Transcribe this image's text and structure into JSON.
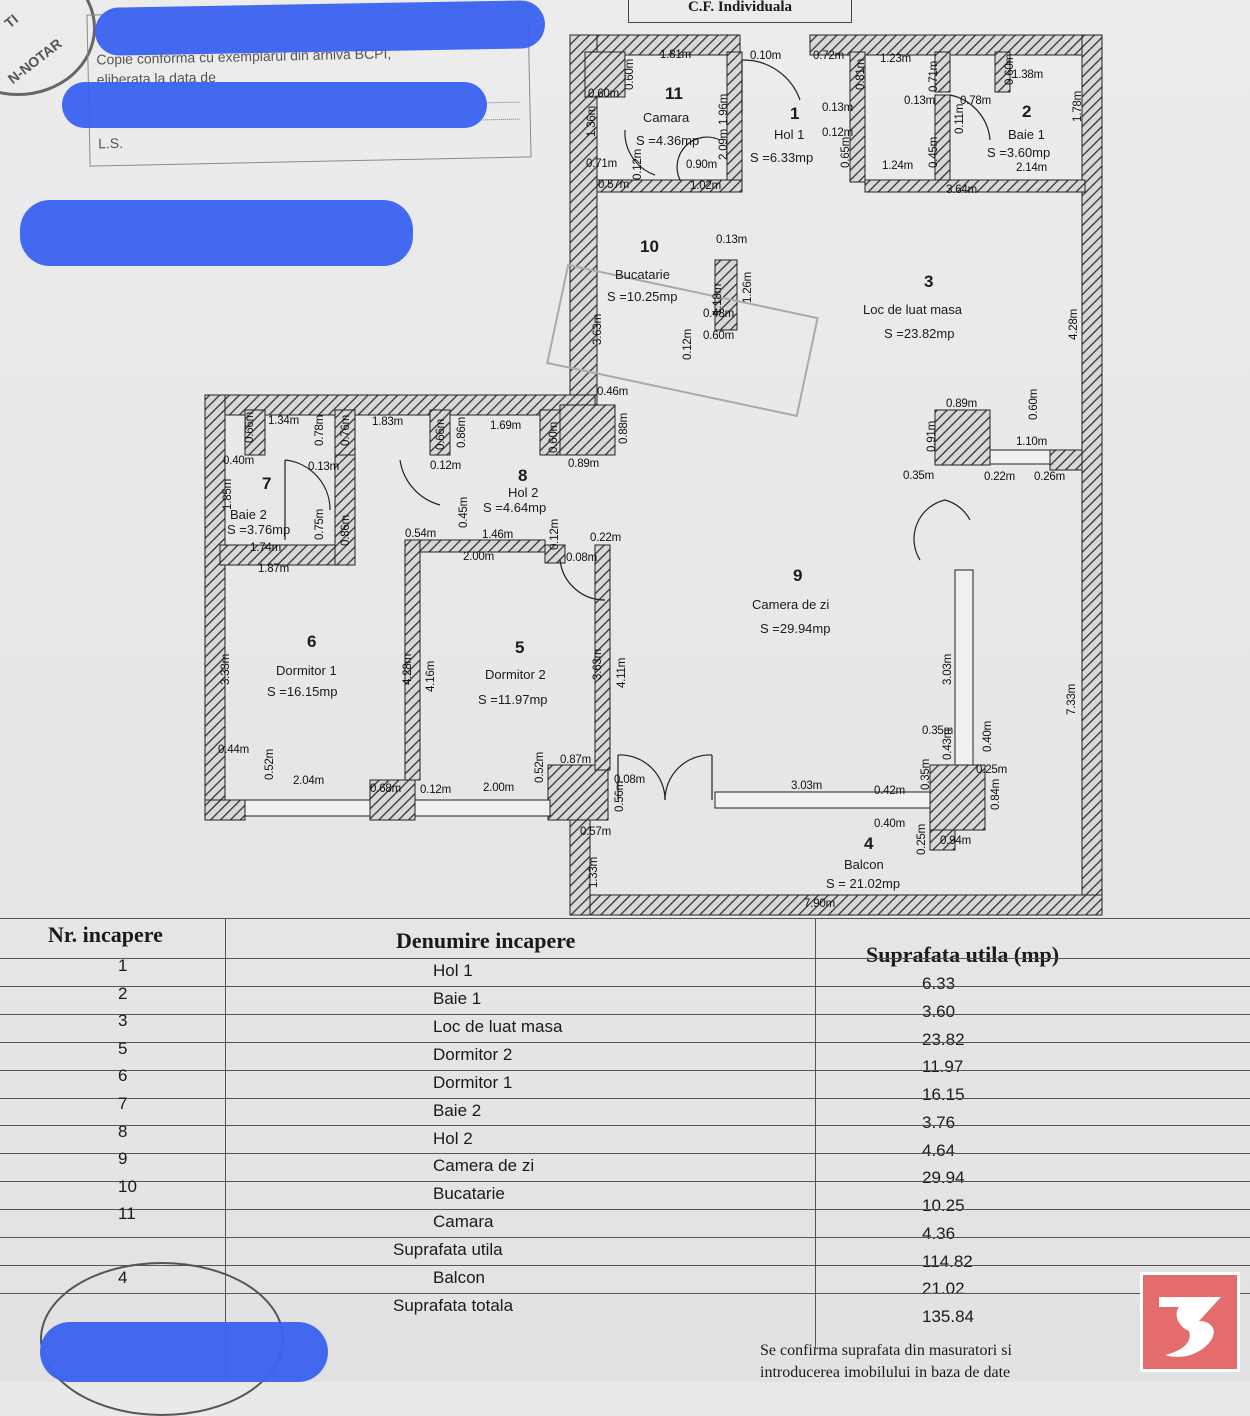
{
  "header": {
    "cf_title": "C.F. Individuala",
    "copy_line1": "Copie conforma cu exemplarul din arhiva BCPI,",
    "copy_line2": "eliberata la data de",
    "ls": "L.S.",
    "seal_text_top": "N-NOTAR",
    "seal_text_top2": "TI"
  },
  "rooms": [
    {
      "num": "1",
      "name": "Hol 1",
      "area": "S =6.33mp"
    },
    {
      "num": "2",
      "name": "Baie 1",
      "area": "S =3.60mp"
    },
    {
      "num": "3",
      "name": "Loc de luat masa",
      "area": "S =23.82mp"
    },
    {
      "num": "4",
      "name": "Balcon",
      "area": "S = 21.02mp"
    },
    {
      "num": "5",
      "name": "Dormitor 2",
      "area": "S =11.97mp"
    },
    {
      "num": "6",
      "name": "Dormitor 1",
      "area": "S =16.15mp"
    },
    {
      "num": "7",
      "name": "Baie 2",
      "area": "S =3.76mp"
    },
    {
      "num": "8",
      "name": "Hol 2",
      "area": "S =4.64mp"
    },
    {
      "num": "9",
      "name": "Camera de zi",
      "area": "S =29.94mp"
    },
    {
      "num": "10",
      "name": "Bucatarie",
      "area": "S =10.25mp"
    },
    {
      "num": "11",
      "name": "Camara",
      "area": "S =4.36mp"
    }
  ],
  "dims": {
    "d1": "1.81m",
    "d2": "0.10m",
    "d3": "0.72m",
    "d4": "1.23m",
    "d5": "0.60m",
    "d6": "1.38m",
    "d7": "0.60m",
    "d8": "1.96m",
    "d9": "0.13m",
    "d10": "0.13m",
    "d11": "0.78m",
    "d12": "1.78m",
    "d13": "1.36m",
    "d14": "2.09m",
    "d15": "0.12m",
    "d16": "0.71m",
    "d17": "0.90m",
    "d18": "0.12m",
    "d19": "1.24m",
    "d20": "2.14m",
    "d21": "0.57m",
    "d22": "1.02m",
    "d23": "3.64m",
    "d24": "0.13m",
    "d25": "1.18m",
    "d26": "1.26m",
    "d27": "0.48m",
    "d28": "0.12m",
    "d29": "0.60m",
    "d30": "3.63m",
    "d31": "4.28m",
    "d32": "0.46m",
    "d33": "0.89m",
    "d34": "1.34m",
    "d35": "1.83m",
    "d36": "1.69m",
    "d37": "0.60m",
    "d38": "0.88m",
    "d39": "0.91m",
    "d40": "0.60m",
    "d41": "1.10m",
    "d42": "0.40m",
    "d43": "0.13m",
    "d44": "0.12m",
    "d45": "0.89m",
    "d46": "0.35m",
    "d47": "0.22m",
    "d48": "0.26m",
    "d49": "1.85m",
    "d50": "0.75m",
    "d51": "0.54m",
    "d52": "1.46m",
    "d53": "0.22m",
    "d54": "1.74m",
    "d55": "2.00m",
    "d56": "0.08m",
    "d57": "1.87m",
    "d58": "3.33m",
    "d59": "4.28m",
    "d60": "4.16m",
    "d61": "3.63m",
    "d62": "4.11m",
    "d63": "3.03m",
    "d64": "7.33m",
    "d65": "0.35m",
    "d66": "0.43m",
    "d67": "0.40m",
    "d68": "0.25m",
    "d69": "0.44m",
    "d70": "0.52m",
    "d71": "0.87m",
    "d72": "2.04m",
    "d73": "0.68m",
    "d74": "0.12m",
    "d75": "2.00m",
    "d76": "0.52m",
    "d77": "0.08m",
    "d78": "3.03m",
    "d79": "0.42m",
    "d80": "0.35m",
    "d81": "0.84m",
    "d82": "0.56m",
    "d83": "0.57m",
    "d84": "0.40m",
    "d85": "0.94m",
    "d86": "0.25m",
    "d87": "1.33m",
    "d88": "7.90m",
    "d89": "0.12m",
    "d90": "0.45m",
    "d91": "0.66m",
    "d92": "0.76m",
    "d93": "0.86m",
    "d94": "0.66m",
    "d95": "0.78m",
    "d96": "0.81m",
    "d97": "0.71m",
    "d98": "0.11m",
    "d99": "0.45m",
    "d100": "0.65m",
    "d101": "0.12m",
    "d102": "0.12m"
  },
  "table": {
    "headers": [
      "Nr. incapere",
      "Denumire incapere",
      "Suprafata utila (mp)"
    ],
    "rows": [
      {
        "nr": "1",
        "name": "Hol 1",
        "area": "6.33"
      },
      {
        "nr": "2",
        "name": "Baie 1",
        "area": "3.60"
      },
      {
        "nr": "3",
        "name": "Loc de luat masa",
        "area": "23.82"
      },
      {
        "nr": "5",
        "name": "Dormitor 2",
        "area": "11.97"
      },
      {
        "nr": "6",
        "name": "Dormitor 1",
        "area": "16.15"
      },
      {
        "nr": "7",
        "name": "Baie 2",
        "area": "3.76"
      },
      {
        "nr": "8",
        "name": "Hol 2",
        "area": "4.64"
      },
      {
        "nr": "9",
        "name": "Camera de zi",
        "area": "29.94"
      },
      {
        "nr": "10",
        "name": "Bucatarie",
        "area": "10.25"
      },
      {
        "nr": "11",
        "name": "Camara",
        "area": "4.36"
      },
      {
        "nr": "",
        "name": "Suprafata utila",
        "area": "114.82"
      },
      {
        "nr": "4",
        "name": "Balcon",
        "area": "21.02"
      },
      {
        "nr": "",
        "name": "Suprafata totala",
        "area": "135.84"
      }
    ]
  },
  "footer": {
    "line1": "Se confirma suprafata din masuratori si",
    "line2": "introducerea imobilului in baza de date"
  },
  "colors": {
    "redaction": "#3c63f0",
    "wall_hatch": "#333333",
    "logo": "#e46c6c"
  }
}
